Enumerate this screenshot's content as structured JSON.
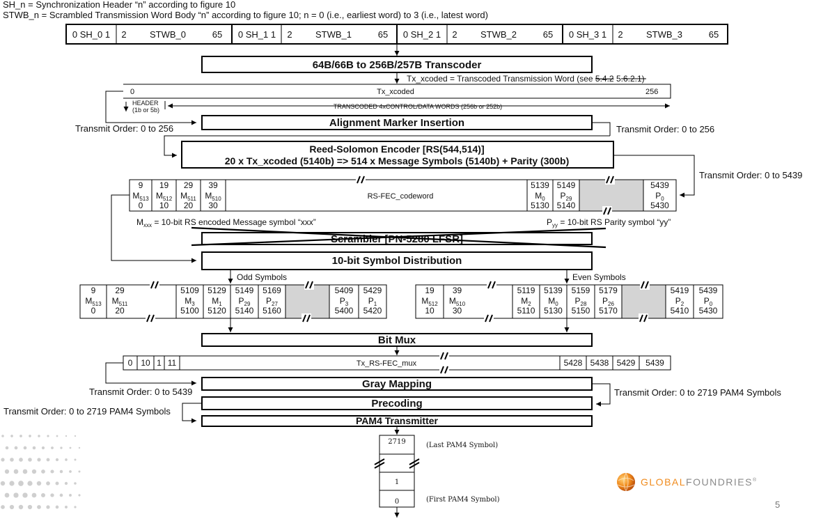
{
  "legend": {
    "sh_def": "SH_n = Synchronization Header “n” according to figure 10",
    "stwb_def": "STWB_n = Scrambled Transmission Word Body “n” according to figure 10; n = 0 (i.e., earliest word) to 3 (i.e., latest word)"
  },
  "top_words": [
    {
      "sh": "0 SH_0 1",
      "start": "2",
      "body": "STWB_0",
      "end": "65"
    },
    {
      "sh": "0 SH_1 1",
      "start": "2",
      "body": "STWB_1",
      "end": "65"
    },
    {
      "sh": "0 SH_2 1",
      "start": "2",
      "body": "STWB_2",
      "end": "65"
    },
    {
      "sh": "0 SH_3 1",
      "start": "2",
      "body": "STWB_3",
      "end": "65"
    }
  ],
  "transcoder": {
    "label": "64B/66B to 256B/257B Transcoder",
    "note_prefix": "Tx_xcoded = Transcoded Transmission Word (see ",
    "note_struck": "5.4.2",
    "note_suffix": " 5.6.2.1)"
  },
  "xcoded_bar": {
    "start": "0",
    "label": "Tx_xcoded",
    "end": "256",
    "header_line1": "HEADER",
    "header_line2": "(1b or 5b)",
    "words_label": "TRANSCODED  4xCONTROL/DATA  WORDS  (256b or 252b)"
  },
  "order_labels": {
    "left_256": "Transmit Order: 0 to 256",
    "right_256": "Transmit Order: 0 to 256",
    "right_5439": "Transmit Order: 0 to 5439",
    "left_5439": "Transmit Order: 0 to 5439",
    "right_2719": "Transmit Order: 0 to 2719 PAM4 Symbols",
    "left_2719": "Transmit Order: 0 to 2719 PAM4 Symbols"
  },
  "am_insertion": {
    "label": "Alignment Marker Insertion"
  },
  "rs_encoder": {
    "line1": "Reed-Solomon Encoder [RS(544,514)]",
    "line2": "20 x Tx_xcoded (5140b) => 514 x Message Symbols (5140b) + Parity (300b)"
  },
  "codeword": {
    "label": "RS-FEC_codeword",
    "left_cells": [
      {
        "top": "9",
        "base": "M",
        "sub": "513",
        "bottom": "0"
      },
      {
        "top": "19",
        "base": "M",
        "sub": "512",
        "bottom": "10"
      },
      {
        "top": "29",
        "base": "M",
        "sub": "511",
        "bottom": "20"
      },
      {
        "top": "39",
        "base": "M",
        "sub": "510",
        "bottom": "30"
      }
    ],
    "m0": {
      "top": "5139",
      "base": "M",
      "sub": "0",
      "bottom": "5130"
    },
    "p29": {
      "top": "5149",
      "base": "P",
      "sub": "29",
      "bottom": "5140"
    },
    "p0": {
      "top": "5439",
      "base": "P",
      "sub": "0",
      "bottom": "5430"
    },
    "note_m_base": "M",
    "note_m_sub": "xxx",
    "note_m_text": " = 10-bit RS encoded Message symbol “xxx”",
    "note_p_base": "P",
    "note_p_sub": "yy",
    "note_p_text": " = 10-bit RS Parity symbol “yy”"
  },
  "scrambler": {
    "label": "Scrambler [PN-5280 LFSR]"
  },
  "symbol_dist": {
    "label": "10-bit Symbol Distribution",
    "odd": "Odd Symbols",
    "even": "Even Symbols"
  },
  "odd_row": [
    {
      "top": "9",
      "base": "M",
      "sub": "513",
      "bottom": "0"
    },
    {
      "top": "29",
      "base": "M",
      "sub": "511",
      "bottom": "20"
    },
    {
      "top": "5109",
      "base": "M",
      "sub": "3",
      "bottom": "5100"
    },
    {
      "top": "5129",
      "base": "M",
      "sub": "1",
      "bottom": "5120"
    },
    {
      "top": "5149",
      "base": "P",
      "sub": "29",
      "bottom": "5140"
    },
    {
      "top": "5169",
      "base": "P",
      "sub": "27",
      "bottom": "5160"
    },
    {
      "top": "5409",
      "base": "P",
      "sub": "3",
      "bottom": "5400"
    },
    {
      "top": "5429",
      "base": "P",
      "sub": "1",
      "bottom": "5420"
    }
  ],
  "even_row": [
    {
      "top": "19",
      "base": "M",
      "sub": "512",
      "bottom": "10"
    },
    {
      "top": "39",
      "base": "M",
      "sub": "510",
      "bottom": "30"
    },
    {
      "top": "5119",
      "base": "M",
      "sub": "2",
      "bottom": "5110"
    },
    {
      "top": "5139",
      "base": "M",
      "sub": "0",
      "bottom": "5130"
    },
    {
      "top": "5159",
      "base": "P",
      "sub": "28",
      "bottom": "5150"
    },
    {
      "top": "5179",
      "base": "P",
      "sub": "26",
      "bottom": "5170"
    },
    {
      "top": "5419",
      "base": "P",
      "sub": "2",
      "bottom": "5410"
    },
    {
      "top": "5439",
      "base": "P",
      "sub": "0",
      "bottom": "5430"
    }
  ],
  "bit_mux": {
    "label": "Bit Mux"
  },
  "mux_bar": {
    "left": [
      "0",
      "10",
      "1",
      "11"
    ],
    "label": "Tx_RS-FEC_mux",
    "right": [
      "5428",
      "5438",
      "5429",
      "5439"
    ]
  },
  "gray": {
    "label": "Gray Mapping"
  },
  "precoding": {
    "label": "Precoding"
  },
  "pam4": {
    "label": "PAM4 Transmitter"
  },
  "stack": {
    "top": "2719",
    "mid": "1",
    "bottom": "0",
    "last_note": "(Last PAM4 Symbol)",
    "first_note": "(First PAM4 Symbol)"
  },
  "brand": {
    "name_a": "GLOBAL",
    "name_b": "FOUNDRIES",
    "reg": "®",
    "orange": "#f08b1d",
    "gray": "#8a8a8a"
  },
  "page_number": "5"
}
